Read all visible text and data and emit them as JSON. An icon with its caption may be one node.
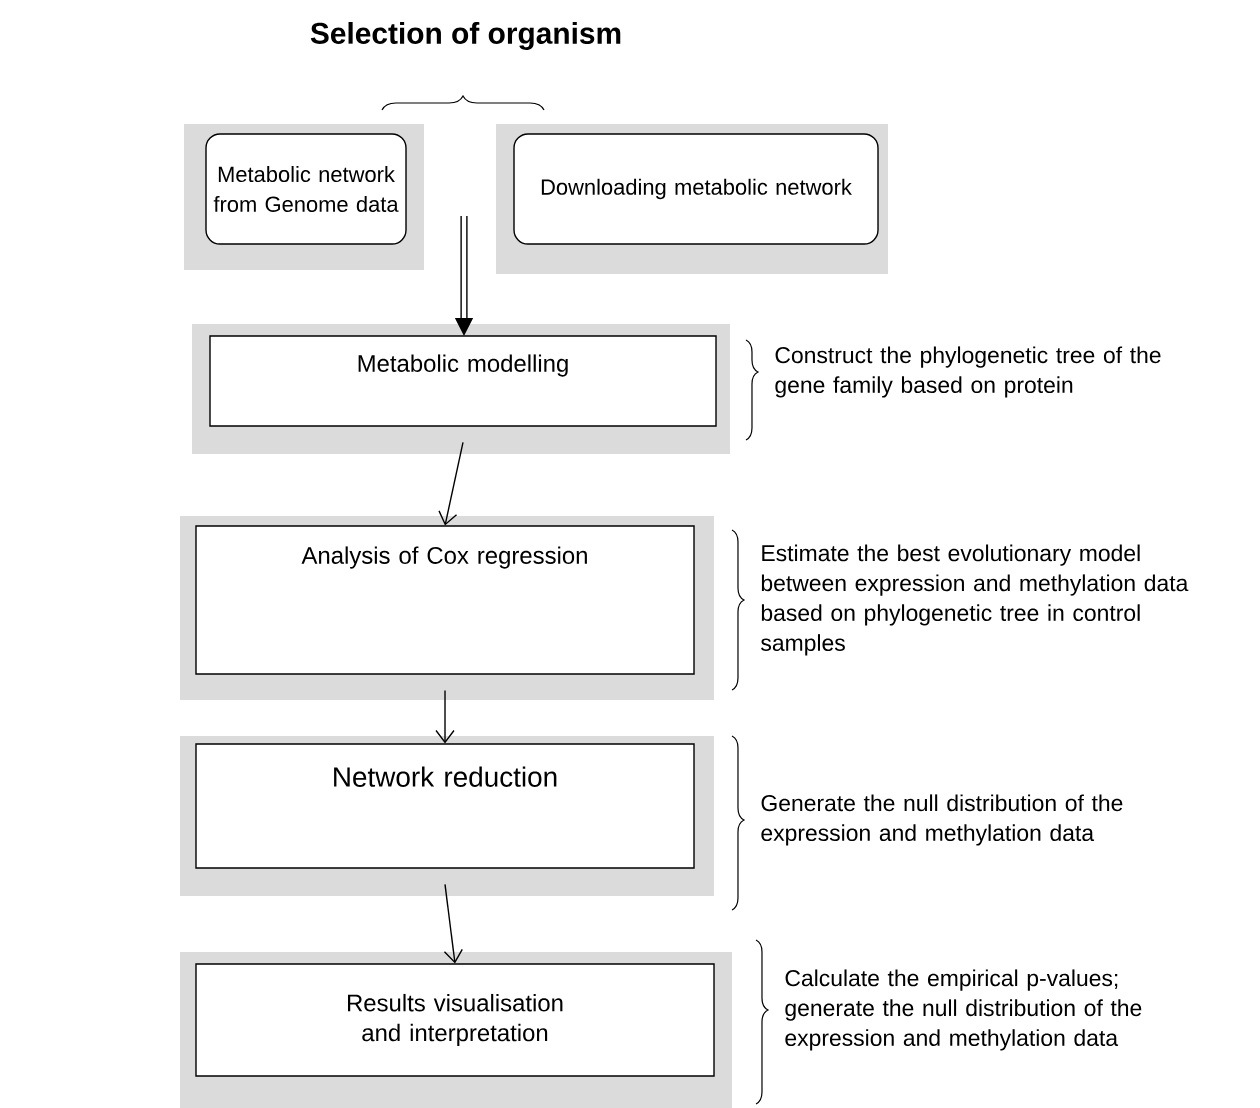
{
  "diagram": {
    "title": "Selection of organism",
    "nodes": [
      {
        "text": [
          "Metabolic network from Genome data"
        ]
      },
      {
        "text": [
          "Downloading metabolic network"
        ]
      },
      {
        "text": [
          "Metabolic modelling"
        ],
        "beside": [
          "Construct the phylogenetic tree of the gene family based on protein"
        ]
      },
      {
        "text": [
          "Analysis of Cox regression"
        ],
        "beside": [
          "Estimate the best evolutionary model between expression and methylation data based on phylogenetic tree in control samples"
        ]
      },
      {
        "text": [
          "Network reduction"
        ],
        "beside": [
          "Generate the null distribution of the expression and methylation data"
        ]
      },
      {
        "text": [
          "Results visualisation and interpretation"
        ],
        "beside": [
          "Calculate the empirical p-values; generate the null distribution of the expression and methylation data"
        ]
      }
    ],
    "edges": [
      {
        "from": null,
        "to": 2,
        "arrow": "to",
        "style": "thick"
      },
      {
        "from": 2,
        "to": 3,
        "arrow": "to"
      },
      {
        "from": 3,
        "to": 4,
        "arrow": "to"
      },
      {
        "from": 4,
        "to": 5,
        "arrow": "to"
      }
    ]
  }
}
